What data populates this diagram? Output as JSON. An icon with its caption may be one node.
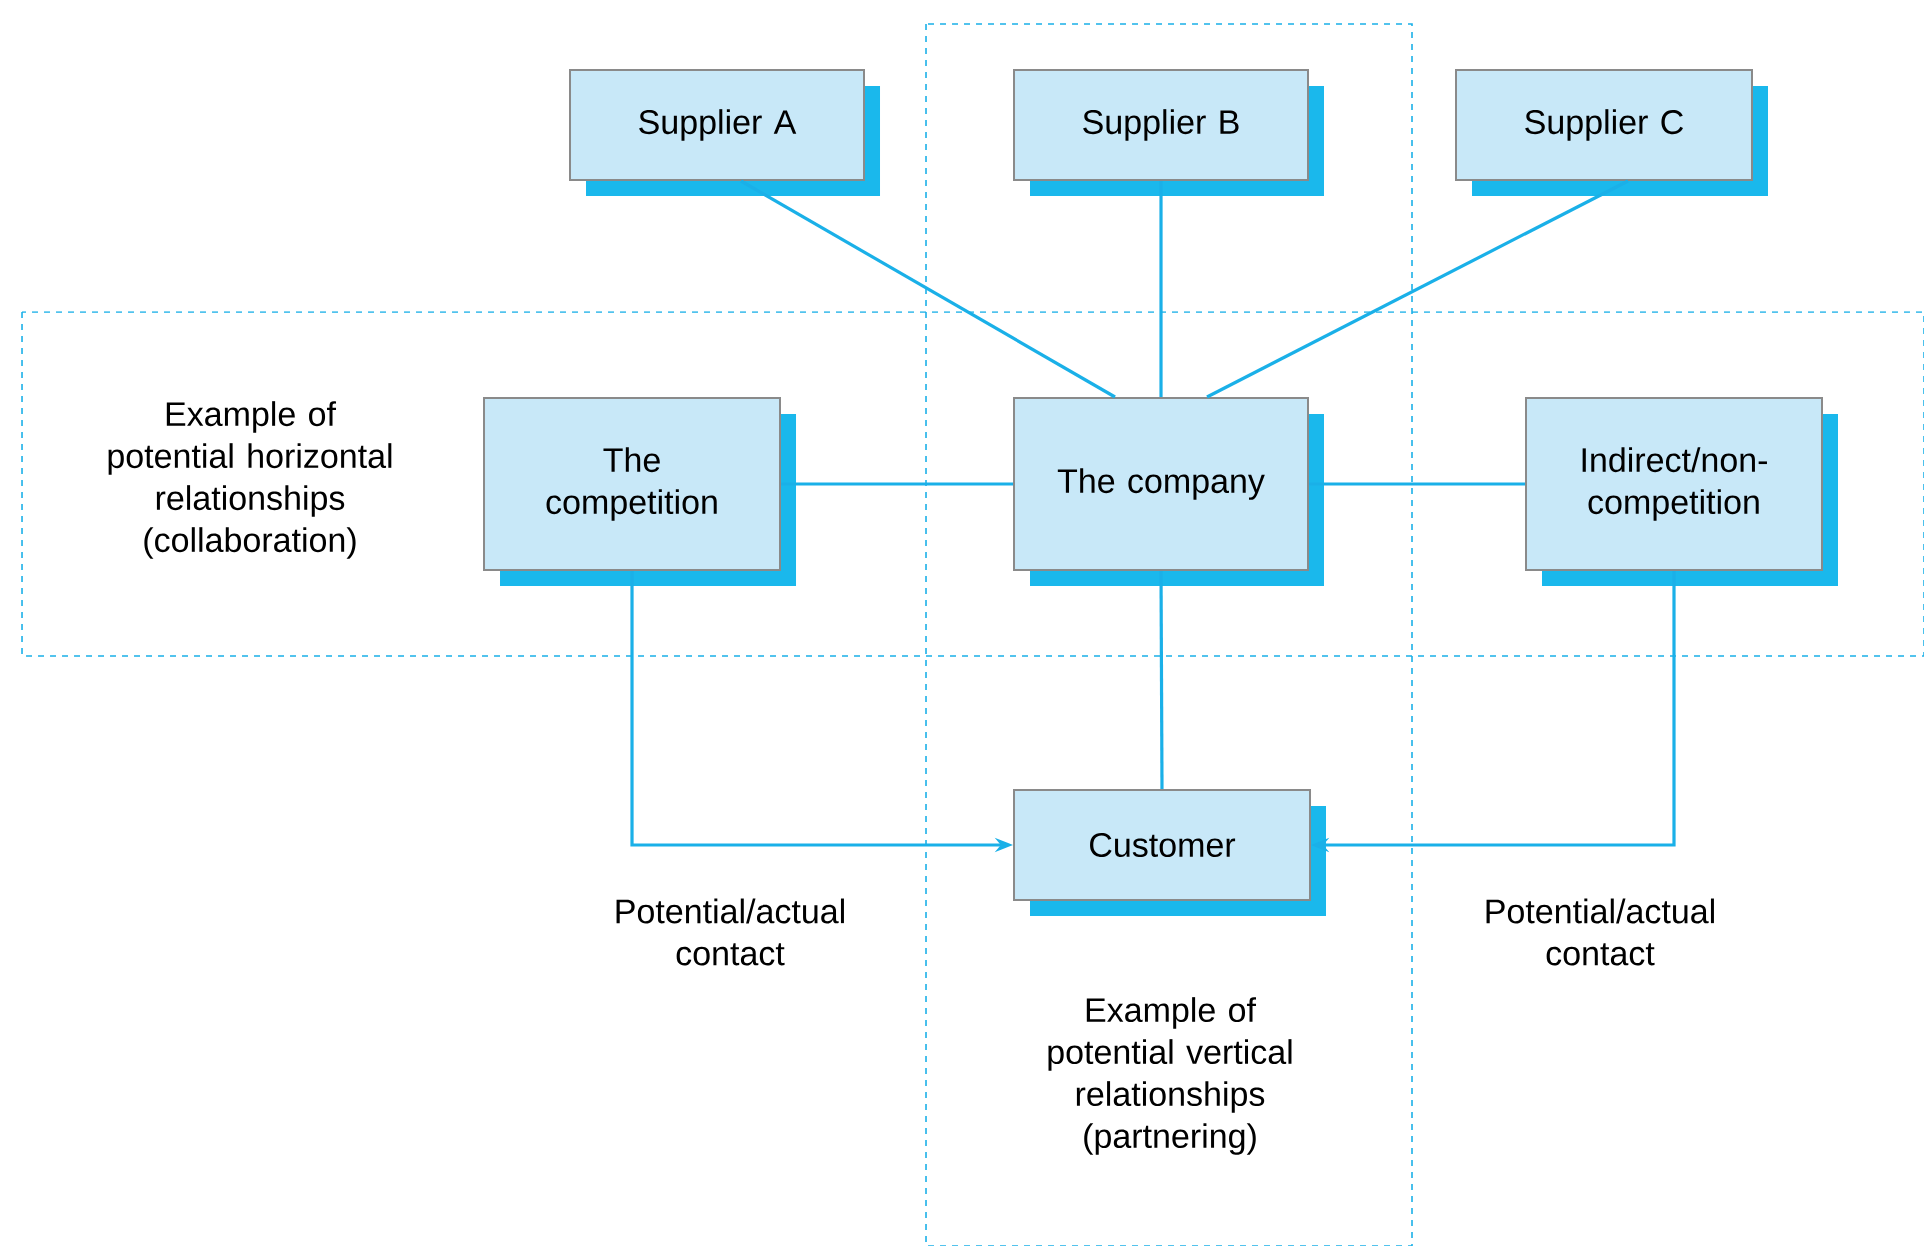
{
  "diagram": {
    "nodes": [
      {
        "text": [
          "Example of potential horizontal relationships (collaboration)"
        ]
      },
      {
        "text": [
          "Example of potential vertical relationships (partnering)"
        ]
      },
      {
        "text": [
          "Supplier A"
        ]
      },
      {
        "text": [
          "Supplier B"
        ],
        "in": 1
      },
      {
        "text": [
          "Supplier C"
        ]
      },
      {
        "text": [
          "The competition"
        ],
        "in": 0
      },
      {
        "text": [
          "The company"
        ]
      },
      {
        "text": [
          "Indirect/non-competition"
        ],
        "in": 0
      },
      {
        "text": [
          "Customer"
        ],
        "in": 1
      }
    ],
    "edges": [
      {
        "from": 2,
        "to": 6,
        "arrow": "none"
      },
      {
        "from": 3,
        "to": 6,
        "arrow": "none"
      },
      {
        "from": 4,
        "to": 6,
        "arrow": "none"
      },
      {
        "from": 5,
        "to": 6,
        "arrow": "none"
      },
      {
        "from": 6,
        "to": 7,
        "arrow": "none"
      },
      {
        "from": 6,
        "to": 8,
        "arrow": "none"
      },
      {
        "from": 5,
        "to": 8,
        "arrow": "to"
      },
      {
        "from": 7,
        "to": 8,
        "arrow": "to"
      }
    ],
    "labels": [
      "Potential/actual contact",
      "Potential/actual contact"
    ]
  }
}
